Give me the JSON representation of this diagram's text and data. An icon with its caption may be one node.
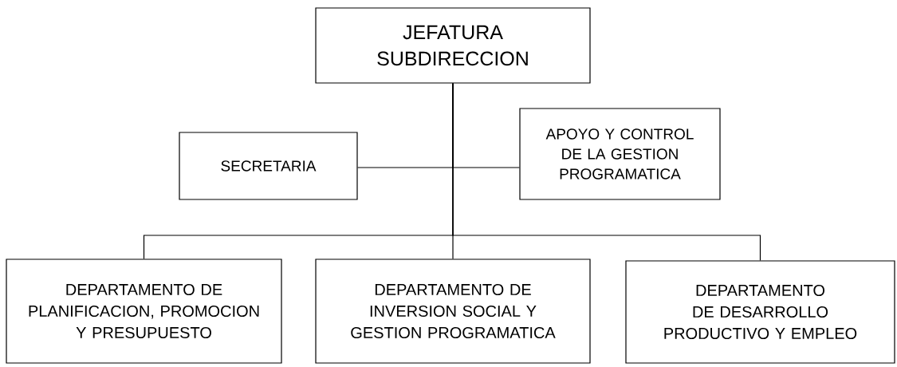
{
  "diagram": {
    "nodes": [
      {
        "text": [
          "JEFATURA SUBDIRECCION"
        ]
      },
      {
        "text": [
          "SECRETARIA"
        ]
      },
      {
        "text": [
          "APOYO Y CONTROL DE LA GESTION PROGRAMATICA"
        ]
      },
      {
        "text": [
          "DEPARTAMENTO DE PLANIFICACION, PROMOCION Y PRESUPUESTO"
        ]
      },
      {
        "text": [
          "DEPARTAMENTO DE INVERSION SOCIAL Y GESTION PROGRAMATICA"
        ]
      },
      {
        "text": [
          "DEPARTAMENTO DE DESARROLLO PRODUCTIVO Y EMPLEO"
        ]
      }
    ],
    "edges": [
      {
        "from": 0,
        "to": 1,
        "arrow": "none"
      },
      {
        "from": 0,
        "to": 2,
        "arrow": "none"
      },
      {
        "from": 0,
        "to": 3,
        "arrow": "none"
      },
      {
        "from": 0,
        "to": 4,
        "arrow": "none"
      },
      {
        "from": 0,
        "to": 5,
        "arrow": "none"
      }
    ]
  }
}
